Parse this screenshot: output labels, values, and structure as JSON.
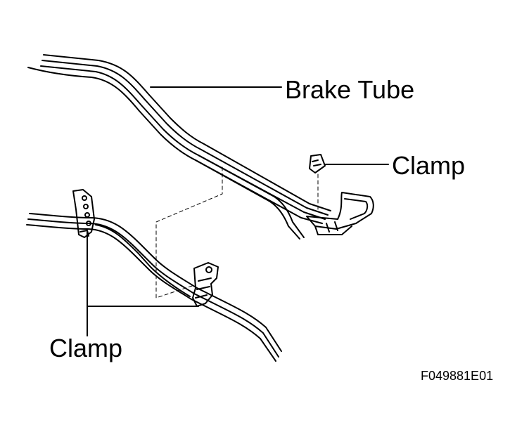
{
  "labels": {
    "brake_tube": "Brake Tube",
    "clamp_upper": "Clamp",
    "clamp_lower": "Clamp",
    "figure_code": "F049881E01"
  },
  "colors": {
    "line": "#000000",
    "background": "#ffffff"
  }
}
